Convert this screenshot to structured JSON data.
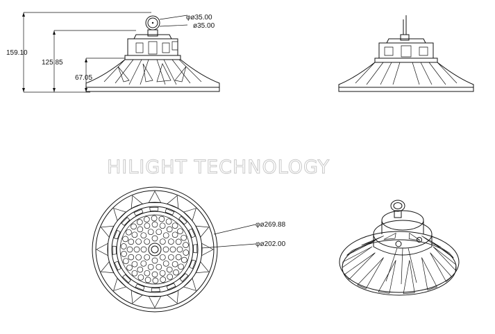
{
  "watermark": "HILIGHT TECHNOLOGY",
  "dimensions": {
    "total_height": "159.10",
    "body_height": "125.85",
    "fin_height": "67.05",
    "hook_outer": "φø35.00",
    "hook_inner": "ø35.00",
    "outer_diameter": "φø269.88",
    "inner_diameter": "φø202.00"
  },
  "colors": {
    "line": "#111111",
    "watermark": "#c8c8c8",
    "background": "#ffffff"
  }
}
